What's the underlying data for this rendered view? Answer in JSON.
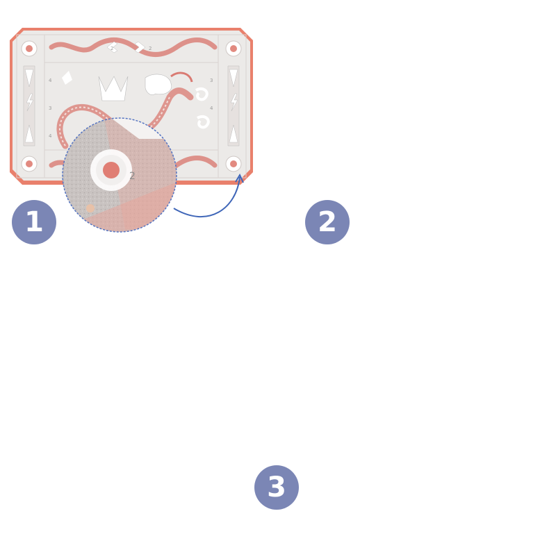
{
  "steps": [
    {
      "number": "1"
    },
    {
      "number": "2"
    },
    {
      "number": "3"
    }
  ],
  "colors": {
    "badge": "#7b86b5",
    "card_border": "#e9806c",
    "card_fill": "#ecebe9",
    "dragon": "#d97a72",
    "arrow": "#3f66b8",
    "sticker_navy": "#1e2a6a",
    "sticker_red": "#e2452f",
    "glitter": "#1b3d8f"
  },
  "card": {
    "number_label": "2",
    "cell_numbers": [
      "4",
      "3",
      "4",
      "3",
      "4"
    ]
  },
  "icons": [
    "target-icon",
    "lightning-icon",
    "chevron-icon",
    "crown-icon",
    "dragon-icon",
    "hand-icon"
  ]
}
